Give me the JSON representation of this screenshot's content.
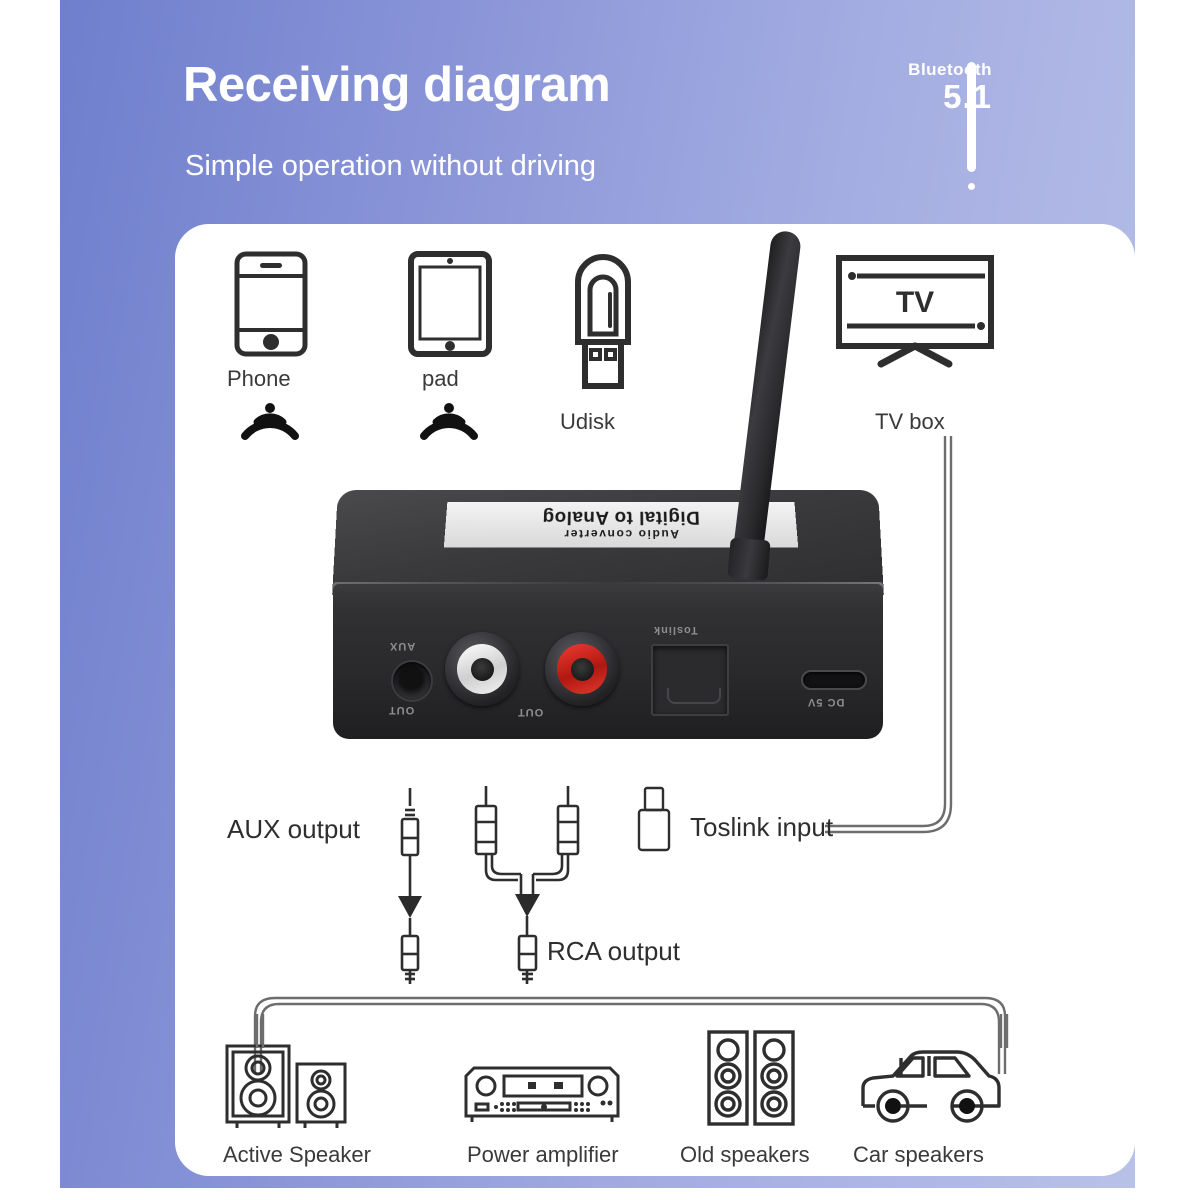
{
  "header": {
    "title": "Receiving diagram",
    "subtitle": "Simple operation without driving",
    "bluetooth_label": "Bluetooth",
    "bluetooth_version": "5.1",
    "gradient_from": "#6f7fcd",
    "gradient_to": "#b8c1e8"
  },
  "sources": [
    {
      "label": "Phone",
      "icon": "phone-icon",
      "wireless": true
    },
    {
      "label": "pad",
      "icon": "tablet-icon",
      "wireless": true
    },
    {
      "label": "Udisk",
      "icon": "usb-drive-icon",
      "wireless": false
    },
    {
      "label": "TV box",
      "icon": "tv-icon",
      "wireless": false
    }
  ],
  "tv_screen_text": "TV",
  "device": {
    "sticker_line1": "Digital to Analog",
    "sticker_line2": "Audio converter",
    "ports": {
      "aux_top": "AUX",
      "aux_bottom": "OUT",
      "rca_out": "OUT",
      "toslink": "Toslink",
      "power": "DC 5V"
    }
  },
  "connections": [
    {
      "label": "AUX output",
      "type": "output"
    },
    {
      "label": "RCA output",
      "type": "output"
    },
    {
      "label": "Toslink input",
      "type": "input"
    }
  ],
  "outputs": [
    {
      "label": "Active Speaker",
      "icon": "active-speaker-icon"
    },
    {
      "label": "Power amplifier",
      "icon": "amplifier-icon"
    },
    {
      "label": "Old speakers",
      "icon": "tower-speaker-icon"
    },
    {
      "label": "Car speakers",
      "icon": "car-icon"
    }
  ],
  "colors": {
    "line": "#2e2e2e",
    "label_text": "#3a3a3a",
    "card_bg": "#ffffff",
    "rca_white": "#ffffff",
    "rca_red": "#d42a1e"
  }
}
